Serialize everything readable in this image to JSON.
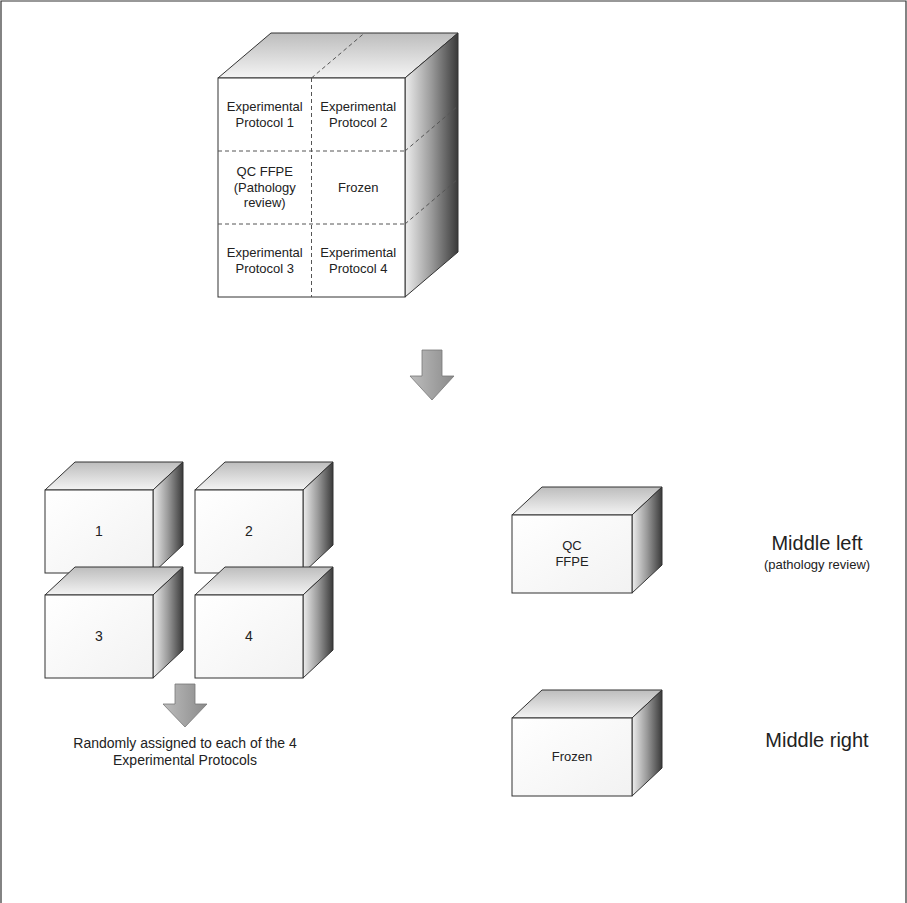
{
  "diagram": {
    "nodes": [
      {
        "text": [
          "Experimental Protocol 1"
        ]
      },
      {
        "text": [
          "Experimental Protocol 2"
        ]
      },
      {
        "text": [
          "QC FFPE (Pathology review)"
        ]
      },
      {
        "text": [
          "Frozen"
        ]
      },
      {
        "text": [
          "Experimental Protocol 3"
        ]
      },
      {
        "text": [
          "Experimental Protocol 4"
        ]
      },
      {
        "text": [
          "1"
        ]
      },
      {
        "text": [
          "2"
        ]
      },
      {
        "text": [
          "3"
        ]
      },
      {
        "text": [
          "4"
        ]
      },
      {
        "text": [
          "QC FFPE"
        ]
      },
      {
        "text": [
          "Frozen"
        ]
      }
    ],
    "labels": [
      "Middle left",
      "(pathology review)",
      "Middle right",
      "Randomly assigned to each of the 4 Experimental Protocols"
    ]
  }
}
